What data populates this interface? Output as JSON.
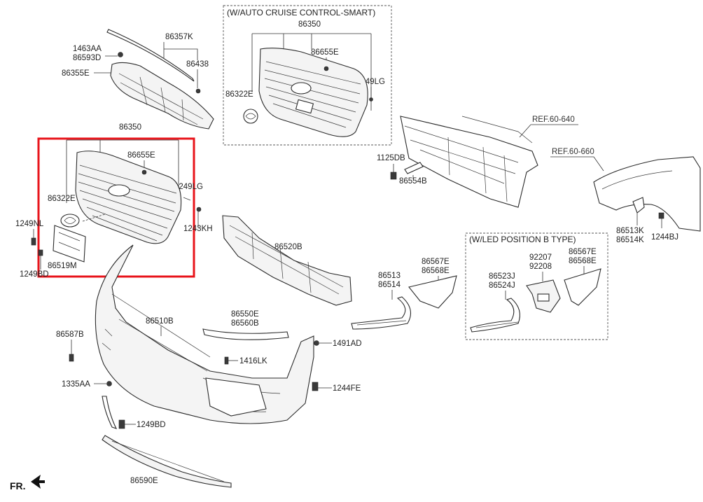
{
  "boxes": {
    "auto_cruise_header": "(W/AUTO CRUISE CONTROL-SMART)",
    "led_position_header": "(W/LED POSITION B TYPE)"
  },
  "references": {
    "ref_640": "REF.60-640",
    "ref_660": "REF.60-660"
  },
  "direction": "FR.",
  "labels": {
    "p86357K": "86357K",
    "p1463AA": "1463AA",
    "p86593D": "86593D",
    "p86355E": "86355E",
    "p86438": "86438",
    "p86350_top": "86350",
    "p86655E_top": "86655E",
    "p86322E_top": "86322E",
    "p1249LG_top": "1249LG",
    "p86350": "86350",
    "p86655E": "86655E",
    "p86322E": "86322E",
    "p1249LG": "1249LG",
    "p1243KH": "1243KH",
    "p1249NL": "1249NL",
    "p86519M": "86519M",
    "p1249BD_left": "1249BD",
    "p1125DB": "1125DB",
    "p86554B": "86554B",
    "p86520B": "86520B",
    "p86513K": "86513K",
    "p86514K": "86514K",
    "p1244BJ": "1244BJ",
    "p86567E": "86567E",
    "p86568E": "86568E",
    "p86513": "86513",
    "p86514": "86514",
    "p92207": "92207",
    "p92208": "92208",
    "p86567E_led": "86567E",
    "p86568E_led": "86568E",
    "p86523J": "86523J",
    "p86524J": "86524J",
    "p86510B": "86510B",
    "p86550E": "86550E",
    "p86560B": "86560B",
    "p86587B": "86587B",
    "p1491AD": "1491AD",
    "p1416LK": "1416LK",
    "p1335AA": "1335AA",
    "p1244FE": "1244FE",
    "p1249BD": "1249BD",
    "p86590E": "86590E"
  },
  "colors": {
    "highlight": "#e8141b",
    "line": "#333333",
    "part_fill": "#f4f4f4"
  }
}
